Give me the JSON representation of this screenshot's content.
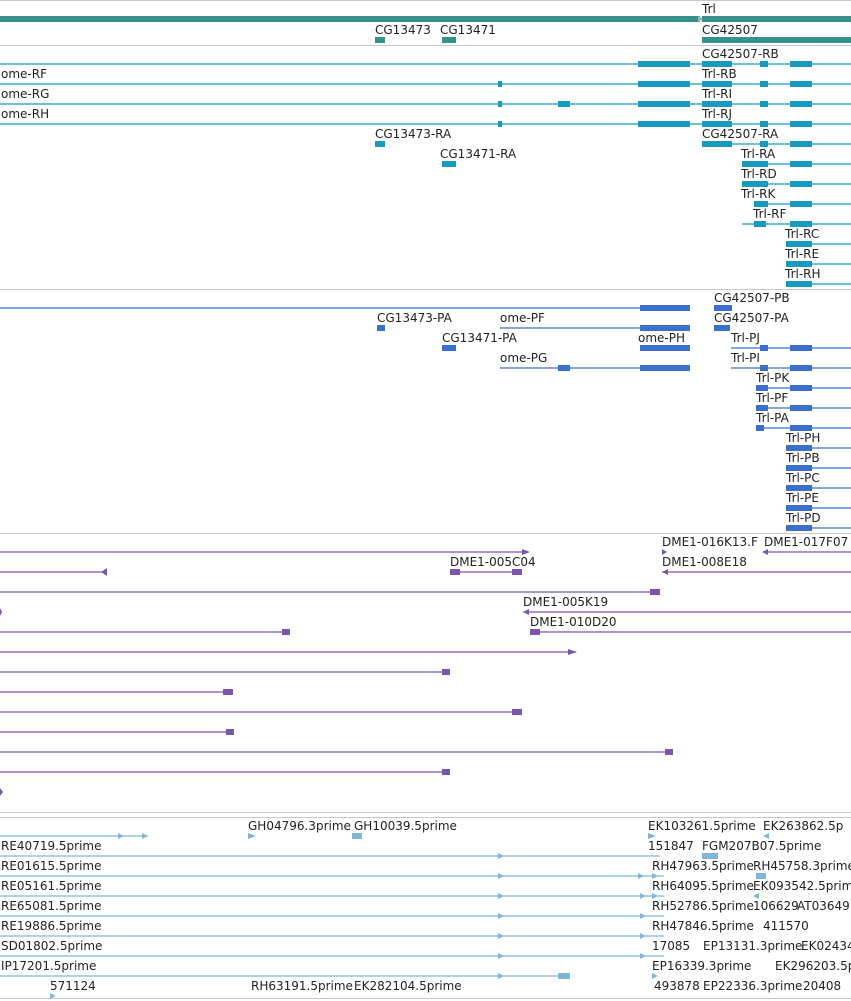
{
  "colors": {
    "gene": "#36918c",
    "transcript": "#1799c0",
    "protein": "#3a6fd0",
    "clone": "#7a55ae",
    "est": "#7fb6da",
    "separator": "#c8c8c8",
    "label": "#222222"
  },
  "tracks": {
    "genes": {
      "labels": [
        "Trl",
        "CG13473",
        "CG13471",
        "CG42507"
      ]
    },
    "transcripts": {
      "labels": [
        "CG42507-RB",
        "ome-RF",
        "Trl-RB",
        "ome-RG",
        "Trl-RI",
        "ome-RH",
        "Trl-RJ",
        "CG13473-RA",
        "CG42507-RA",
        "CG13471-RA",
        "Trl-RA",
        "Trl-RD",
        "Trl-RK",
        "Trl-RF",
        "Trl-RC",
        "Trl-RE",
        "Trl-RH"
      ]
    },
    "proteins": {
      "labels": [
        "CG42507-PB",
        "CG13473-PA",
        "ome-PF",
        "CG42507-PA",
        "CG13471-PA",
        "ome-PH",
        "Trl-PJ",
        "ome-PG",
        "Trl-PI",
        "Trl-PK",
        "Trl-PF",
        "Trl-PA",
        "Trl-PH",
        "Trl-PB",
        "Trl-PC",
        "Trl-PE",
        "Trl-PD"
      ]
    },
    "clones": {
      "labels": [
        "DME1-016K13.F",
        "DME1-017F07",
        "DME1-005C04",
        "DME1-008E18",
        "DME1-005K19",
        "DME1-010D20"
      ]
    },
    "ests": {
      "labels": [
        "GH04796.3prime",
        "GH10039.5prime",
        "EK103261.5prime",
        "EK263862.5p",
        "RE40719.5prime",
        "151847",
        "FGM207B07.5prime",
        "RE01615.5prime",
        "RH47963.5prime",
        "RH45758.3prime",
        "RE05161.5prime",
        "RH64095.5prime",
        "EK093542.5prime",
        "RE65081.5prime",
        "RH52786.5prime",
        "106629",
        "AT03649",
        "RE19886.5prime",
        "RH47846.5prime",
        "411570",
        "SD01802.5prime",
        "17085",
        "EP13131.3prime",
        "EK02434",
        "IP17201.5prime",
        "EP16339.3prime",
        "EK296203.5p",
        "571124",
        "RH63191.5prime",
        "EK282104.5prime",
        "493878",
        "EP22336.3prime",
        "20408"
      ]
    }
  }
}
